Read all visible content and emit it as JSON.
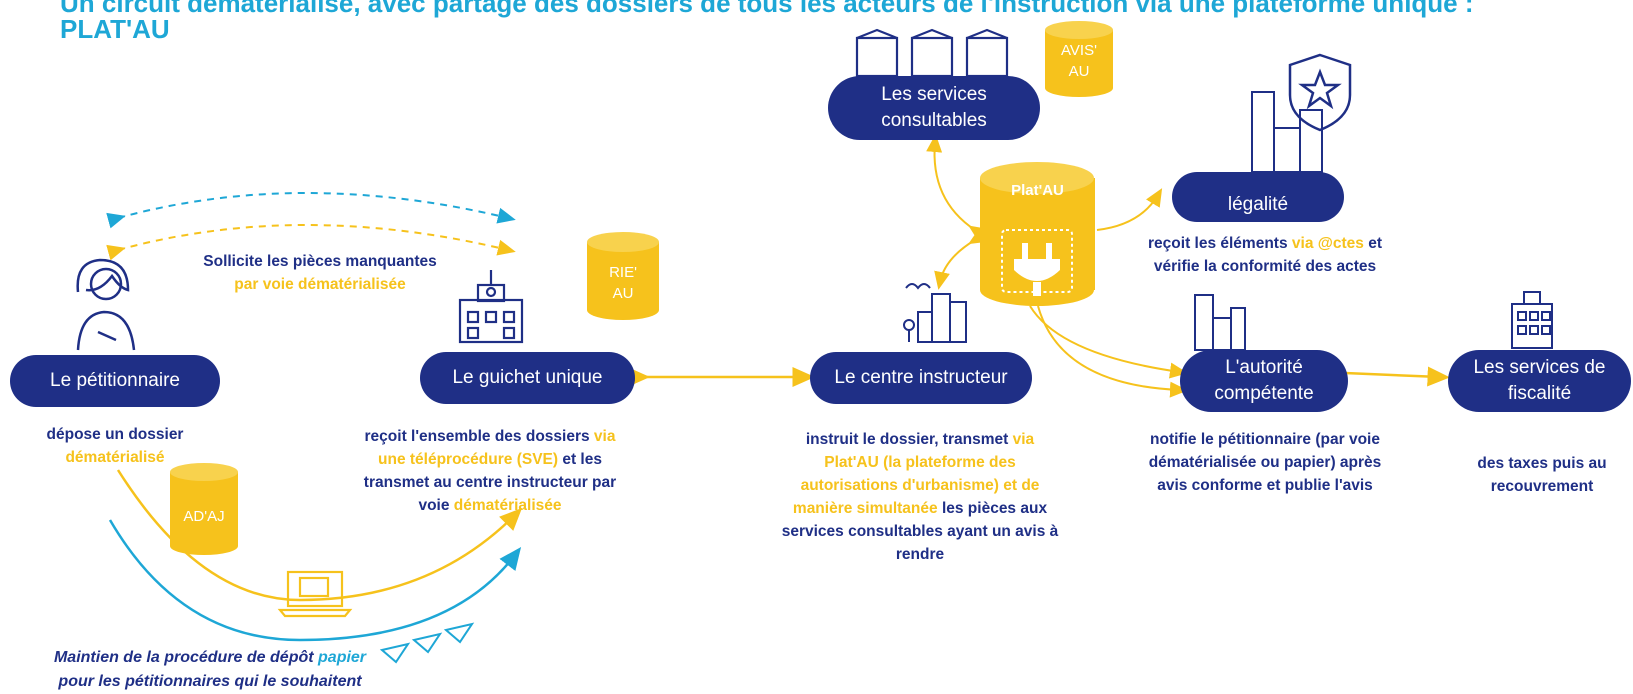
{
  "header": {
    "line1": "Un circuit dématérialisé, avec partage des dossiers de tous les acteurs de l'instruction via une plateforme unique :",
    "line2": "PLAT'AU"
  },
  "actors": {
    "petitionnaire": "Le pétitionnaire",
    "guichet": "Le guichet unique",
    "centre": "Le centre instructeur",
    "services_consultables": "Les services\nconsultables",
    "legalite": "légalité",
    "autorite": "L'autorité\ncompétente",
    "fiscalite": "Les services de\nfiscalité"
  },
  "databases": {
    "avis_au": "AVIS'\nAU",
    "rie_au": "RIE'\nAU",
    "ad_aj": "AD'AJ",
    "platau": "Plat'AU"
  },
  "texts": {
    "sollicite_1": "Sollicite  les pièces manquantes",
    "sollicite_2": "par voie dématérialisée",
    "petitionnaire_1": "dépose un dossier",
    "petitionnaire_2": "dématérialisé",
    "guichet_1": "reçoit l'ensemble des dossiers ",
    "guichet_2": "via",
    "guichet_3": "une téléprocédure (SVE)",
    "guichet_4": " et les",
    "guichet_5": "transmet au centre instructeur par",
    "guichet_6": "voie ",
    "guichet_7": "dématérialisée",
    "centre_1": "instruit le dossier, transmet ",
    "centre_2": "via",
    "centre_3": "Plat'AU (la plateforme des",
    "centre_4": "autorisations d'urbanisme) et de",
    "centre_5": "manière simultanée",
    "centre_6": " les pièces aux",
    "centre_7": "services consultables ayant un avis à",
    "centre_8": "rendre",
    "legalite_1": "reçoit les éléments ",
    "legalite_2": "via @ctes",
    "legalite_3": " et",
    "legalite_4": "vérifie la conformité des actes",
    "autorite_1": "notifie le pétitionnaire (par voie",
    "autorite_2": "dématérialisée ou papier) après",
    "autorite_3": "avis conforme et publie l'avis",
    "fiscalite_1": "des taxes puis au",
    "fiscalite_2": "recouvrement",
    "paper_1": "Maintien de la procédure de dépôt ",
    "paper_2": "papier",
    "paper_3": "pour les pétitionnaires qui le souhaitent"
  },
  "colors": {
    "navy": "#1f2f86",
    "yellow": "#f6c21c",
    "blue": "#1ea7d6"
  },
  "icons": [
    "person-icon",
    "town-hall-icon",
    "office-buildings-icon",
    "city-icon",
    "factory-icon",
    "shield-star-icon",
    "plug-icon",
    "laptop-icon",
    "paper-plane-icon",
    "building-icon"
  ]
}
